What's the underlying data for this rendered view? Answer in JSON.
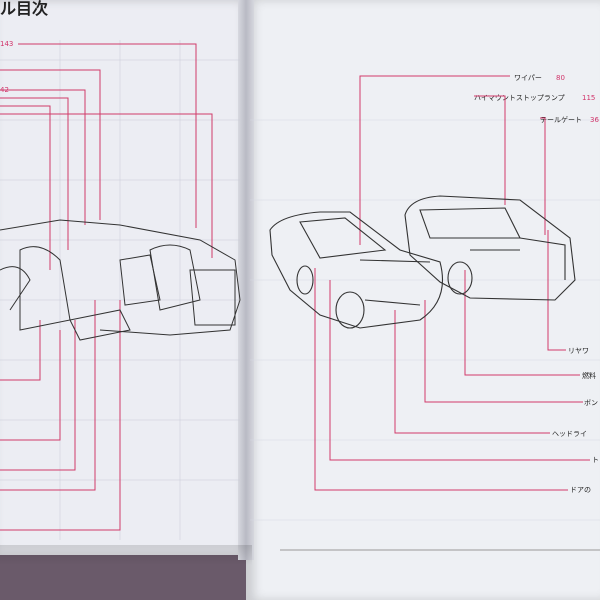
{
  "left_page": {
    "title": "ル目次",
    "page_refs": [
      "143",
      "42"
    ]
  },
  "right_page": {
    "callouts": [
      {
        "label": "ワイパー",
        "page": "80"
      },
      {
        "label": "ハイマウントストップランプ",
        "page": "115"
      },
      {
        "label": "テールゲート",
        "page": "36"
      },
      {
        "label": "リヤワ",
        "page": ""
      },
      {
        "label": "燃料",
        "page": ""
      },
      {
        "label": "ボン",
        "page": ""
      },
      {
        "label": "ヘッドライ",
        "page": ""
      },
      {
        "label": "ト",
        "page": ""
      },
      {
        "label": "ドアの",
        "page": ""
      }
    ]
  },
  "colors": {
    "leader_line": "#d13a6a",
    "paper": "#eef0f4",
    "background": "#6a5a6a"
  }
}
